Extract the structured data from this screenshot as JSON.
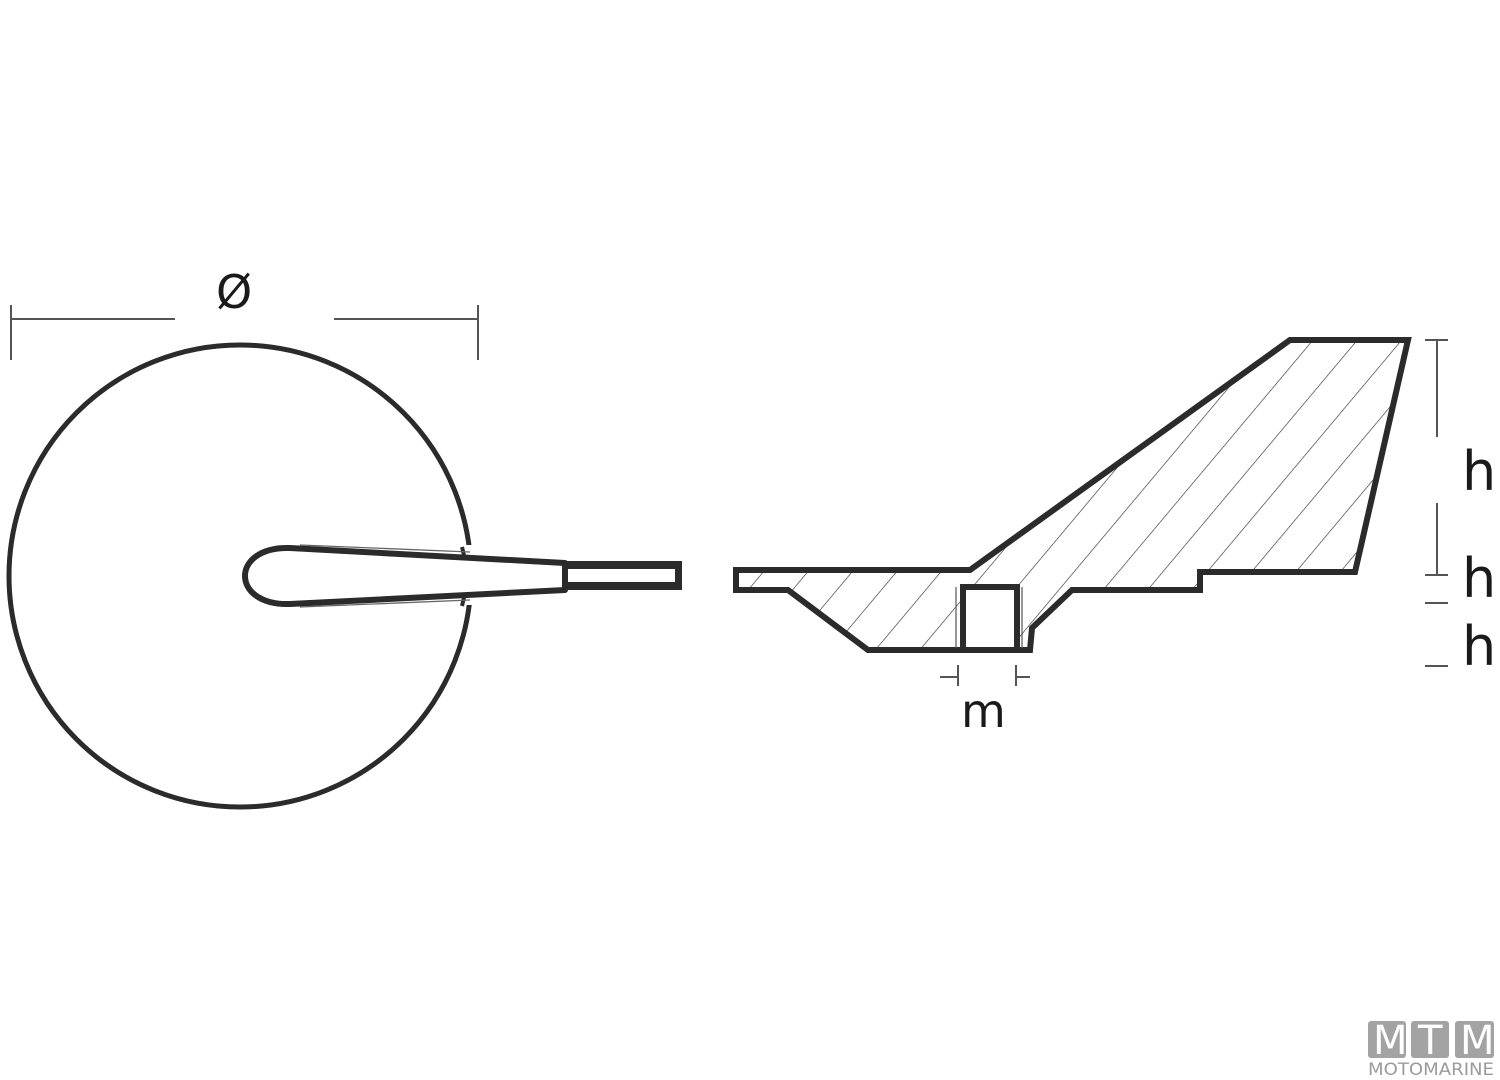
{
  "diagram": {
    "type": "technical drawing - anode dimensions",
    "front_view": {
      "diameter_label": "Ø"
    },
    "side_view": {
      "height_labels": [
        "h",
        "h",
        "h"
      ],
      "slot_width_label": "m"
    }
  },
  "logo": {
    "letters": [
      "M",
      "T",
      "M"
    ],
    "name": "MOTOMARINE"
  },
  "colors": {
    "line": "#2b2b2b",
    "dim_line": "#555555",
    "logo_box": "#a3a3a3",
    "logo_text": "#9b9b9b",
    "background": "#ffffff"
  }
}
